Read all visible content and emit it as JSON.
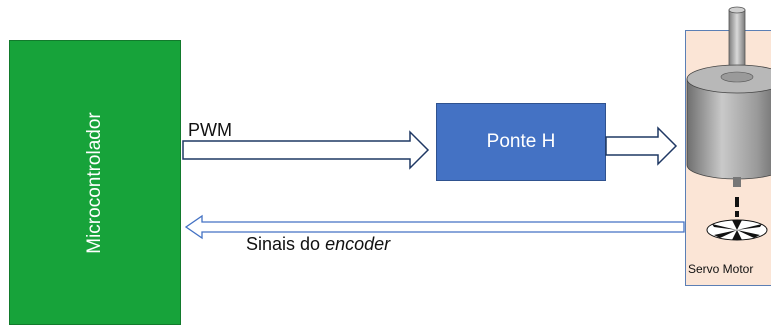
{
  "nodes": {
    "microcontroller": "Microcontrolador",
    "h_bridge": "Ponte H",
    "servo_motor": "Servo Motor"
  },
  "signals": {
    "pwm": "PWM",
    "encoder_prefix": "Sinais do ",
    "encoder_italic": "encoder"
  },
  "colors": {
    "microcontroller_fill": "#17a33a",
    "h_bridge_fill": "#4472c4",
    "servo_panel_fill": "#fbe5d6",
    "arrow_stroke": "#1f3864",
    "feedback_arrow_stroke": "#4472c4"
  },
  "icons": {
    "motor": "servo-motor-icon",
    "encoder_disk": "encoder-disk-icon"
  }
}
